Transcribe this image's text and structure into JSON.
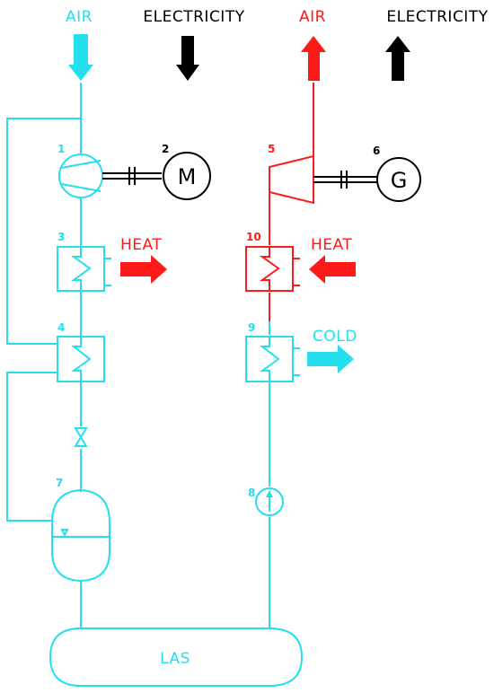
{
  "colors": {
    "cyan": "#22e0ee",
    "red": "#ff1a1a",
    "black": "#000000"
  },
  "top_labels": {
    "air_in": "AIR",
    "electricity_in": "ELECTRICITY",
    "air_out": "AIR",
    "electricity_out": "ELECTRICITY"
  },
  "flows": {
    "heat_out": "HEAT",
    "heat_in": "HEAT",
    "cold_out": "COLD"
  },
  "components": {
    "c1": "1",
    "c2": "2",
    "c3": "3",
    "c4": "4",
    "c5": "5",
    "c6": "6",
    "c7": "7",
    "c8": "8",
    "c9": "9",
    "c10": "10"
  },
  "motor_symbol": "M",
  "generator_symbol": "G",
  "storage_label": "LAS"
}
